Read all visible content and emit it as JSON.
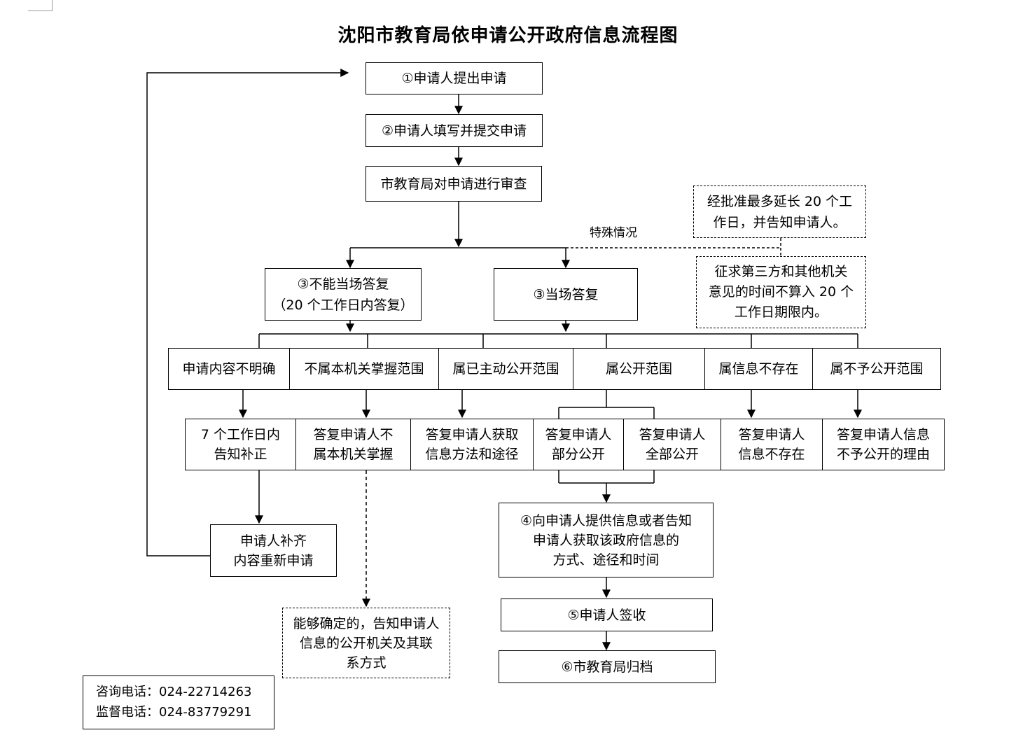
{
  "title": "沈阳市教育局依申请公开政府信息流程图",
  "steps": {
    "s1": "①申请人提出申请",
    "s2": "②申请人填写并提交申请",
    "s3": "市教育局对申请进行审查",
    "special": "特殊情况",
    "ext1": "经批准最多延长 20 个工\n作日，并告知申请人。",
    "ext2": "征求第三方和其他机关\n意见的时间不算入 20 个\n工作日期限内。",
    "r3a": "③当场答复",
    "r3b": "③不能当场答复\n（20 个工作日内答复）"
  },
  "categories": [
    "申请内容不明确",
    "不属本机关掌握范围",
    "属已主动公开范围",
    "属公开范围",
    "属信息不存在",
    "属不予公开范围"
  ],
  "replies": [
    "7 个工作日内\n告知补正",
    "答复申请人不\n属本机关掌握",
    "答复申请人获取\n信息方法和途径",
    "答复申请人\n部分公开",
    "答复申请人\n全部公开",
    "答复申请人\n信息不存在",
    "答复申请人信息\n不予公开的理由"
  ],
  "supplement": "申请人补齐\n内容重新申请",
  "inform_other": "能够确定的，告知申请人\n信息的公开机关及其联\n系方式",
  "s4": "④向申请人提供信息或者告知\n申请人获取该政府信息的\n方式、途径和时间",
  "s5": "⑤申请人签收",
  "s6": "⑥市教育局归档",
  "contacts": {
    "consult": "咨询电话：024-22714263",
    "supervise": "监督电话：024-83779291"
  }
}
